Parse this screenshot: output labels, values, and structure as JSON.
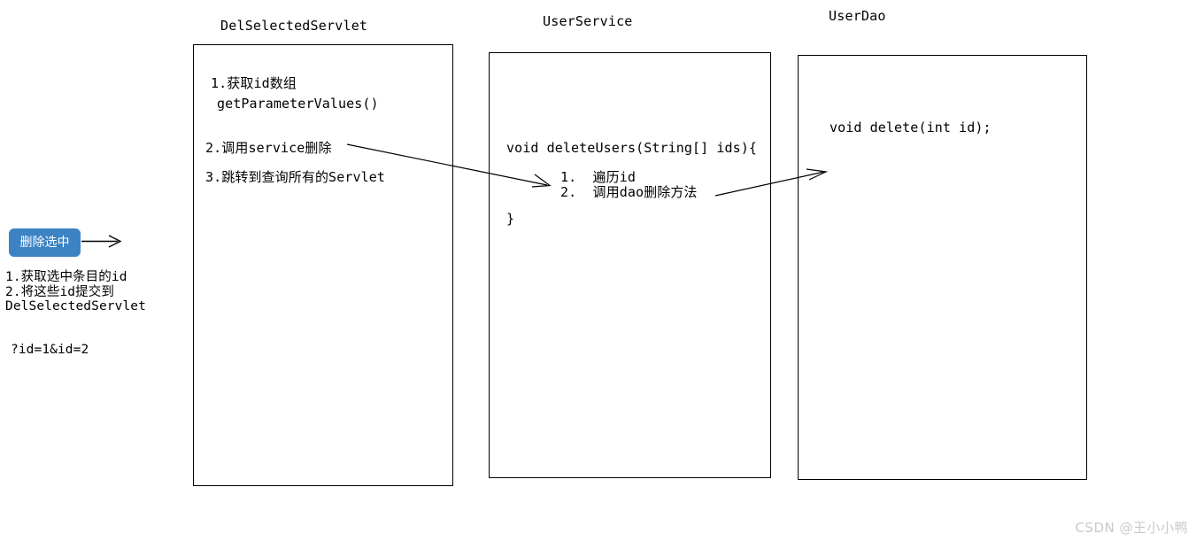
{
  "diagram": {
    "title_watermark": "CSDN @王小小鸭",
    "background_color": "#ffffff",
    "line_color": "#000000",
    "accent_color": "#3c83c3"
  },
  "client": {
    "button_label": "删除选中",
    "notes": [
      "1.获取选中条目的id",
      "2.将这些id提交到",
      "DelSelectedServlet"
    ],
    "query_string": "?id=1&id=2"
  },
  "boxes": [
    {
      "title": "DelSelectedServlet",
      "lines": [
        "1.获取id数组",
        "getParameterValues()",
        "2.调用service删除",
        "3.跳转到查询所有的Servlet"
      ]
    },
    {
      "title": "UserService",
      "lines": [
        "void deleteUsers(String[] ids){",
        "1.  遍历id",
        "2.  调用dao删除方法",
        "}"
      ]
    },
    {
      "title": "UserDao",
      "lines": [
        "void delete(int id);"
      ]
    }
  ]
}
